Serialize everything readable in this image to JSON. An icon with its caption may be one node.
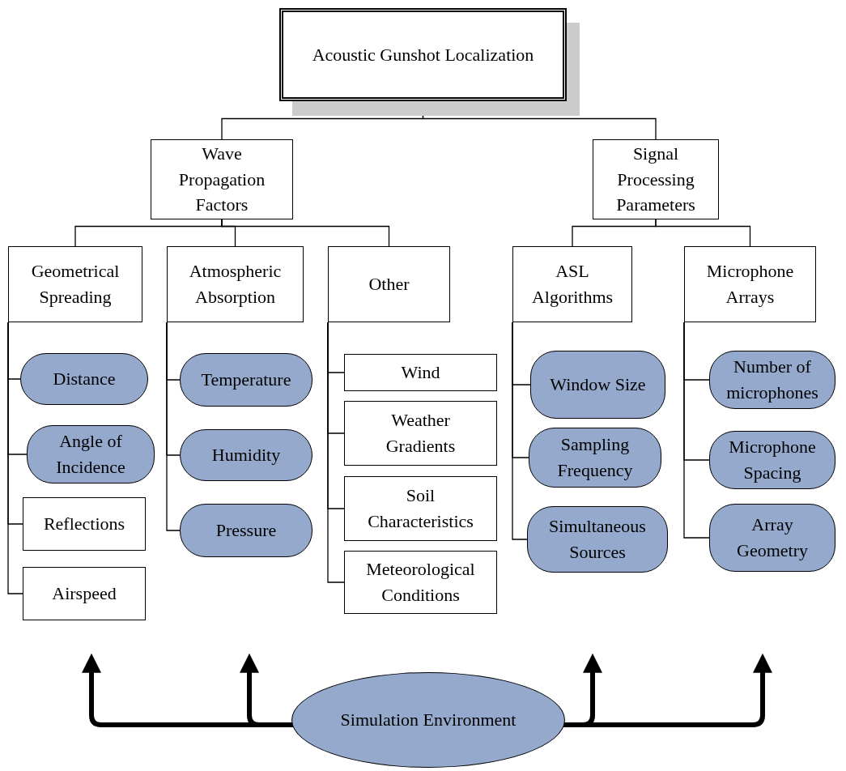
{
  "diagram": {
    "nodes": [
      {
        "text": [
          "Acoustic Gunshot Localization"
        ]
      },
      {
        "text": [
          "Wave Propagation Factors"
        ]
      },
      {
        "text": [
          "Signal Processing Parameters"
        ]
      },
      {
        "text": [
          "Geometrical Spreading"
        ]
      },
      {
        "text": [
          "Atmospheric Absorption"
        ]
      },
      {
        "text": [
          "Other"
        ]
      },
      {
        "text": [
          "ASL Algorithms"
        ]
      },
      {
        "text": [
          "Microphone Arrays"
        ]
      },
      {
        "text": [
          "Distance"
        ]
      },
      {
        "text": [
          "Angle of Incidence"
        ]
      },
      {
        "text": [
          "Reflections"
        ]
      },
      {
        "text": [
          "Airspeed"
        ]
      },
      {
        "text": [
          "Temperature"
        ]
      },
      {
        "text": [
          "Humidity"
        ]
      },
      {
        "text": [
          "Pressure"
        ]
      },
      {
        "text": [
          "Wind"
        ]
      },
      {
        "text": [
          "Weather Gradients"
        ]
      },
      {
        "text": [
          "Soil Characteristics"
        ]
      },
      {
        "text": [
          "Meteorological Conditions"
        ]
      },
      {
        "text": [
          "Window Size"
        ]
      },
      {
        "text": [
          "Sampling Frequency"
        ]
      },
      {
        "text": [
          "Simultaneous Sources"
        ]
      },
      {
        "text": [
          "Number of microphones"
        ]
      },
      {
        "text": [
          "Microphone Spacing"
        ]
      },
      {
        "text": [
          "Array Geometry"
        ]
      },
      {
        "text": [
          "Simulation Environment"
        ]
      }
    ],
    "edges": [
      {
        "from": 0,
        "to": 1,
        "arrow": "none"
      },
      {
        "from": 0,
        "to": 2,
        "arrow": "none"
      },
      {
        "from": 1,
        "to": 3,
        "arrow": "none"
      },
      {
        "from": 1,
        "to": 4,
        "arrow": "none"
      },
      {
        "from": 1,
        "to": 5,
        "arrow": "none"
      },
      {
        "from": 2,
        "to": 6,
        "arrow": "none"
      },
      {
        "from": 2,
        "to": 7,
        "arrow": "none"
      },
      {
        "from": 3,
        "to": 8,
        "arrow": "none"
      },
      {
        "from": 3,
        "to": 9,
        "arrow": "none"
      },
      {
        "from": 3,
        "to": 10,
        "arrow": "none"
      },
      {
        "from": 3,
        "to": 11,
        "arrow": "none"
      },
      {
        "from": 4,
        "to": 12,
        "arrow": "none"
      },
      {
        "from": 4,
        "to": 13,
        "arrow": "none"
      },
      {
        "from": 4,
        "to": 14,
        "arrow": "none"
      },
      {
        "from": 5,
        "to": 15,
        "arrow": "none"
      },
      {
        "from": 5,
        "to": 16,
        "arrow": "none"
      },
      {
        "from": 5,
        "to": 17,
        "arrow": "none"
      },
      {
        "from": 5,
        "to": 18,
        "arrow": "none"
      },
      {
        "from": 6,
        "to": 19,
        "arrow": "none"
      },
      {
        "from": 6,
        "to": 20,
        "arrow": "none"
      },
      {
        "from": 6,
        "to": 21,
        "arrow": "none"
      },
      {
        "from": 7,
        "to": 22,
        "arrow": "none"
      },
      {
        "from": 7,
        "to": 23,
        "arrow": "none"
      },
      {
        "from": 7,
        "to": 24,
        "arrow": "none"
      },
      {
        "from": 25,
        "to": null,
        "arrow": "to",
        "style": "thick"
      },
      {
        "from": 25,
        "to": null,
        "arrow": "to",
        "style": "thick"
      },
      {
        "from": 25,
        "to": null,
        "arrow": "to",
        "style": "thick"
      },
      {
        "from": 25,
        "to": null,
        "arrow": "to",
        "style": "thick"
      }
    ]
  }
}
